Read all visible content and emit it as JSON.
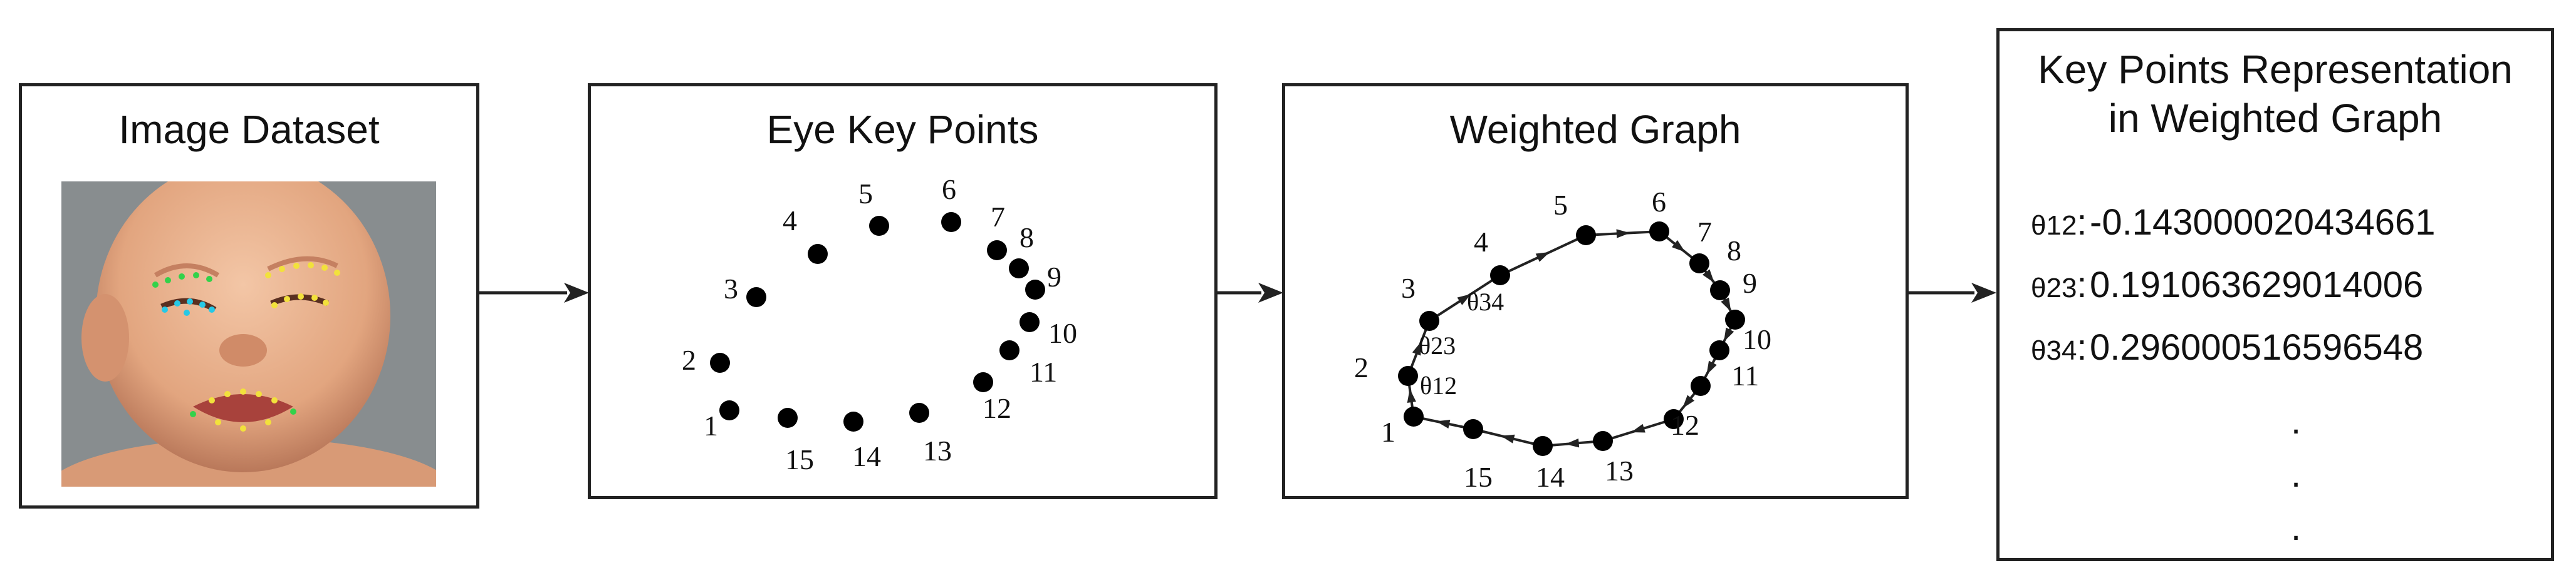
{
  "boxes": {
    "image_dataset": {
      "title": "Image Dataset"
    },
    "eye_key_points": {
      "title": "Eye Key Points",
      "point_labels": [
        "1",
        "2",
        "3",
        "4",
        "5",
        "6",
        "7",
        "8",
        "9",
        "10",
        "11",
        "12",
        "13",
        "14",
        "15"
      ]
    },
    "weighted_graph": {
      "title": "Weighted Graph",
      "point_labels": [
        "1",
        "2",
        "3",
        "4",
        "5",
        "6",
        "7",
        "8",
        "9",
        "10",
        "11",
        "12",
        "13",
        "14",
        "15"
      ],
      "angle_labels": [
        "θ12",
        "θ23",
        "θ34"
      ]
    },
    "representation": {
      "title_line1": "Key Points Representation",
      "title_line2": "in Weighted Graph",
      "weights": [
        {
          "symbol": "θ12",
          "value": "-0.143000020434661"
        },
        {
          "symbol": "θ23",
          "value": "0.191063629014006"
        },
        {
          "symbol": "θ34",
          "value": "0.296000516596548"
        }
      ],
      "ellipsis": ".",
      "separator": ":"
    }
  },
  "colors": {
    "border": "#222222",
    "dot": "#000000",
    "photo_background": "#8f9496",
    "skin": "#e6b08e",
    "landmark_green": "#32d24a",
    "landmark_yellow": "#f2e13c",
    "landmark_cyan": "#26c8e6"
  },
  "icons": [
    "arrow-right-icon",
    "baby-face-photo"
  ]
}
